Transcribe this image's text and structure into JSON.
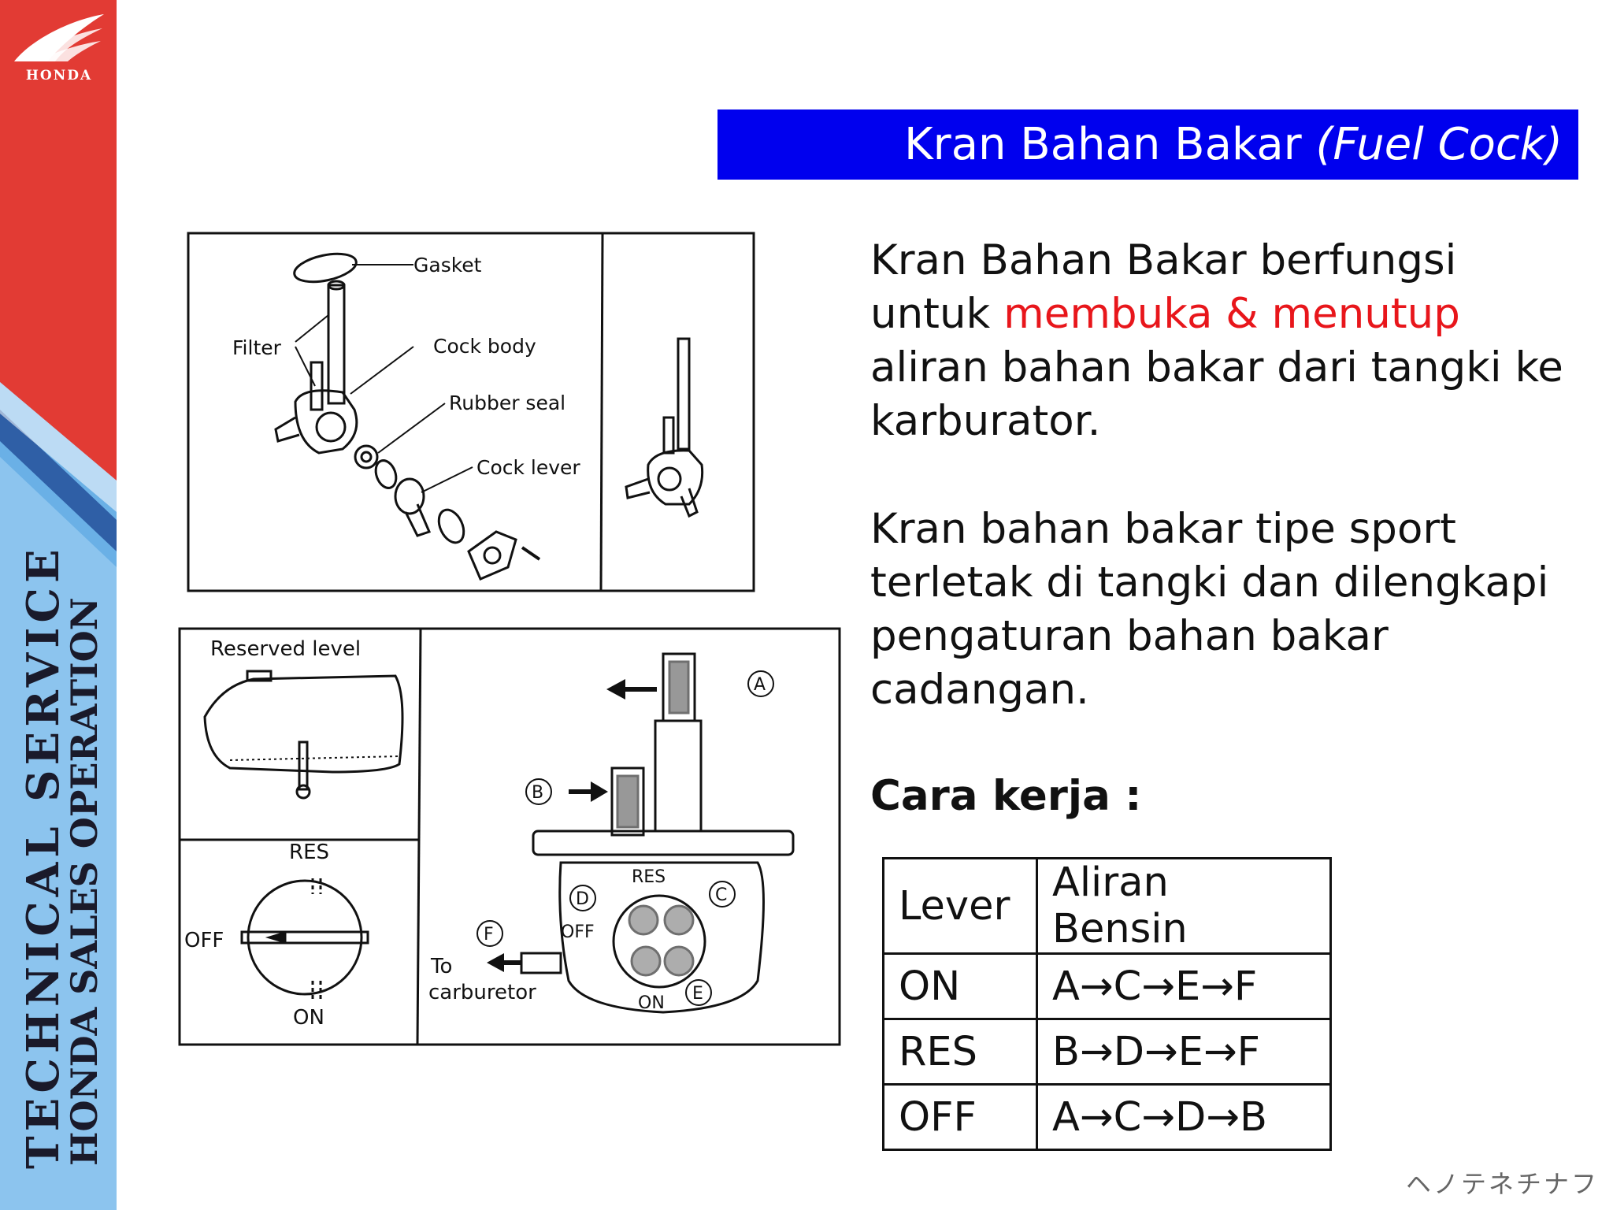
{
  "sidebar": {
    "brand": "HONDA",
    "vertical_text_1": "TECHNICAL SERVICE",
    "vertical_text_2": "HONDA SALES OPERATION"
  },
  "title": {
    "main": "Kran Bahan Bakar ",
    "italic": "(Fuel Cock)"
  },
  "paragraph1": {
    "part1": "Kran Bahan Bakar berfungsi untuk ",
    "highlight": "membuka & menutup",
    "part2": " aliran bahan bakar dari tangki ke karburator."
  },
  "paragraph2": "Kran bahan bakar tipe sport terletak di tangki dan dilengkapi pengaturan bahan bakar cadangan.",
  "subheading": "Cara kerja :",
  "table": {
    "headers": [
      "Lever",
      "Aliran Bensin"
    ],
    "rows": [
      [
        "ON",
        "A→C→E→F"
      ],
      [
        "RES",
        "B→D→E→F"
      ],
      [
        "OFF",
        "A→C→D→B"
      ]
    ]
  },
  "diagram1_labels": {
    "gasket": "Gasket",
    "filter": "Filter",
    "cock_body": "Cock body",
    "rubber_seal": "Rubber seal",
    "cock_lever": "Cock lever"
  },
  "diagram2_labels": {
    "reserved_level": "Reserved level",
    "res": "RES",
    "off": "OFF",
    "on": "ON",
    "to_carb_1": "To",
    "to_carb_2": "carburetor",
    "a": "A",
    "b": "B",
    "c": "C",
    "d": "D",
    "e": "E",
    "f": "F"
  },
  "footer_note": "ヘノテネチナフ",
  "colors": {
    "sidebar_red": "#e23b34",
    "title_blue": "#0000ee",
    "highlight_red": "#e8161b",
    "stripe_blue": "#3d8fd6"
  }
}
